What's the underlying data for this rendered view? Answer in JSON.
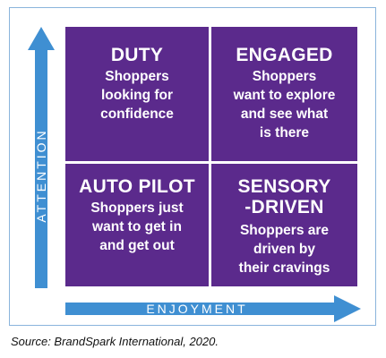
{
  "colors": {
    "quadrant_fill": "#5b2a8c",
    "arrow_fill": "#3f8fd2",
    "frame_border": "#8ab4dc",
    "text_on_fill": "#ffffff"
  },
  "axes": {
    "vertical_label": "ATTENTION",
    "horizontal_label": "ENJOYMENT"
  },
  "quadrants": [
    {
      "title": "DUTY",
      "description": "Shoppers\nlooking for\nconfidence"
    },
    {
      "title": "ENGAGED",
      "description": "Shoppers\nwant to explore\nand see what\nis there"
    },
    {
      "title": "AUTO PILOT",
      "description": "Shoppers just\nwant to get in\nand get out"
    },
    {
      "title": "SENSORY\n-DRIVEN",
      "description": "Shoppers are\ndriven by\ntheir cravings"
    }
  ],
  "source": "Source: BrandSpark International, 2020."
}
